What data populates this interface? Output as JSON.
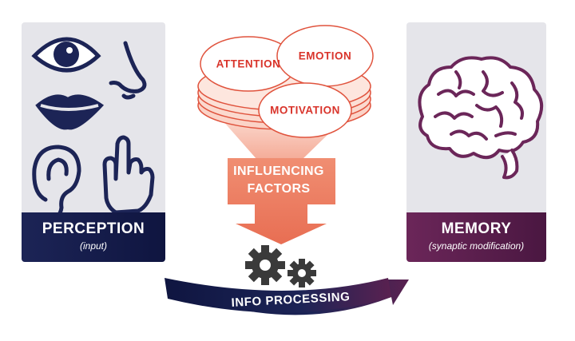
{
  "perception": {
    "title": "PERCEPTION",
    "subtitle": "(input)"
  },
  "memory": {
    "title": "MEMORY",
    "subtitle": "(synaptic modification)"
  },
  "factors": {
    "attention": "ATTENTION",
    "emotion": "EMOTION",
    "motivation": "MOTIVATION"
  },
  "influencing": {
    "line1": "INFLUENCING",
    "line2": "FACTORS"
  },
  "process": {
    "label": "INFO PROCESSING"
  },
  "icons": [
    "eye-icon",
    "nose-icon",
    "lips-icon",
    "ear-icon",
    "hand-icon",
    "brain-icon",
    "gears-icon"
  ],
  "colors": {
    "perception_navy": "#1c2456",
    "memory_plum": "#6b2659",
    "factor_red": "#d9342b",
    "funnel_salmon": "#ef8168",
    "gear_gray": "#3a3a3a"
  }
}
